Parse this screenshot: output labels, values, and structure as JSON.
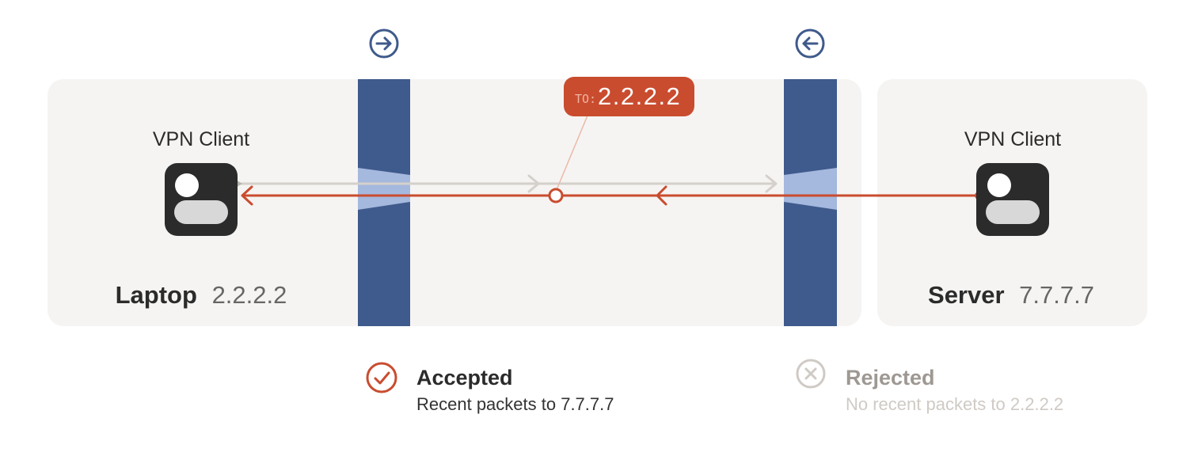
{
  "colors": {
    "panel_bg": "#f6f4f2",
    "firewall_blue": "#3f5a8c",
    "firewall_light": "#a5b8de",
    "accent_orange": "#c94c2f",
    "muted_gray": "#d4d0cb",
    "text_dark": "#2b2b2b",
    "text_mid": "#555555",
    "icon_dark": "#2b2b2b",
    "icon_light": "#d8d8d8",
    "rejected_gray": "#9e9893",
    "rejected_light": "#cfcac5"
  },
  "left_node": {
    "role": "VPN Client",
    "name": "Laptop",
    "ip": "2.2.2.2",
    "icon": "user-device-icon"
  },
  "right_node": {
    "role": "VPN Client",
    "name": "Server",
    "ip": "7.7.7.7",
    "icon": "user-device-icon"
  },
  "packet_label": {
    "prefix": "TO:",
    "address": "2.2.2.2"
  },
  "firewalls": {
    "left_direction_icon": "arrow-right-circle-icon",
    "right_direction_icon": "arrow-left-circle-icon"
  },
  "legend": {
    "accepted": {
      "title": "Accepted",
      "detail": "Recent packets to 7.7.7.7",
      "icon": "check-circle-icon"
    },
    "rejected": {
      "title": "Rejected",
      "detail": "No recent packets to 2.2.2.2",
      "icon": "x-circle-icon"
    }
  }
}
